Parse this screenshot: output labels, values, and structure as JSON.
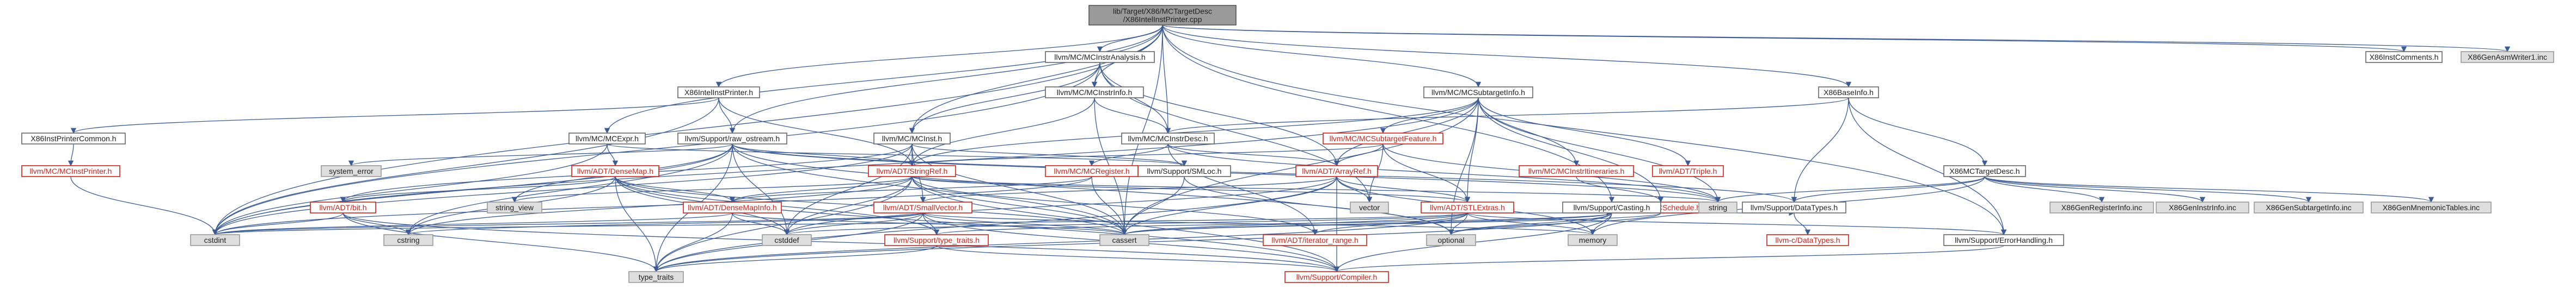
{
  "graph": {
    "colors": {
      "root_fill": "#9a9a9a",
      "gray_fill": "#dedede",
      "white_fill": "#ffffff",
      "red_stroke": "#c8241c",
      "text_dark": "#222222",
      "red_text": "#c8241c",
      "edge": "#3b5c94"
    },
    "nodes": [
      {
        "id": "root",
        "label": [
          "lib/Target/X86/MCTargetDesc",
          "/X86IntelInstPrinter.cpp"
        ],
        "style": "root"
      },
      {
        "id": "X86InstPrinterCommon",
        "label": [
          "X86InstPrinterCommon.h"
        ],
        "style": "white"
      },
      {
        "id": "MCInstPrinter",
        "label": [
          "llvm/MC/MCInstPrinter.h"
        ],
        "style": "red"
      },
      {
        "id": "X86IntelInstPrinter",
        "label": [
          "X86IntelInstPrinter.h"
        ],
        "style": "white"
      },
      {
        "id": "MCExpr",
        "label": [
          "llvm/MC/MCExpr.h"
        ],
        "style": "white"
      },
      {
        "id": "raw_ostream",
        "label": [
          "llvm/Support/raw_ostream.h"
        ],
        "style": "white"
      },
      {
        "id": "MCInstrAnalysis",
        "label": [
          "llvm/MC/MCInstrAnalysis.h"
        ],
        "style": "white"
      },
      {
        "id": "MCInstrInfo",
        "label": [
          "llvm/MC/MCInstrInfo.h"
        ],
        "style": "white"
      },
      {
        "id": "MCInst",
        "label": [
          "llvm/MC/MCInst.h"
        ],
        "style": "white"
      },
      {
        "id": "MCInstrDesc",
        "label": [
          "llvm/MC/MCInstrDesc.h"
        ],
        "style": "white"
      },
      {
        "id": "MCSubtargetInfo",
        "label": [
          "llvm/MC/MCSubtargetInfo.h"
        ],
        "style": "white"
      },
      {
        "id": "MCSubtargetFeature",
        "label": [
          "llvm/MC/MCSubtargetFeature.h"
        ],
        "style": "red"
      },
      {
        "id": "MCInstrItineraries",
        "label": [
          "llvm/MC/MCInstrItineraries.h"
        ],
        "style": "red"
      },
      {
        "id": "Triple",
        "label": [
          "llvm/ADT/Triple.h"
        ],
        "style": "red"
      },
      {
        "id": "MCSchedule",
        "label": [
          "llvm/MC/MCSchedule.h"
        ],
        "style": "red"
      },
      {
        "id": "X86BaseInfo",
        "label": [
          "X86BaseInfo.h"
        ],
        "style": "white"
      },
      {
        "id": "X86MCTargetDesc",
        "label": [
          "X86MCTargetDesc.h"
        ],
        "style": "white"
      },
      {
        "id": "X86InstComments",
        "label": [
          "X86InstComments.h"
        ],
        "style": "white"
      },
      {
        "id": "X86GenAsmWriter1",
        "label": [
          "X86GenAsmWriter1.inc"
        ],
        "style": "gray"
      },
      {
        "id": "system_error",
        "label": [
          "system_error"
        ],
        "style": "gray"
      },
      {
        "id": "DenseMap",
        "label": [
          "llvm/ADT/DenseMap.h"
        ],
        "style": "red"
      },
      {
        "id": "StringRef",
        "label": [
          "llvm/ADT/StringRef.h"
        ],
        "style": "red"
      },
      {
        "id": "SMLoc",
        "label": [
          "llvm/Support/SMLoc.h"
        ],
        "style": "white"
      },
      {
        "id": "MCRegister",
        "label": [
          "llvm/MC/MCRegister.h"
        ],
        "style": "red"
      },
      {
        "id": "ArrayRef",
        "label": [
          "llvm/ADT/ArrayRef.h"
        ],
        "style": "red"
      },
      {
        "id": "bit",
        "label": [
          "llvm/ADT/bit.h"
        ],
        "style": "red"
      },
      {
        "id": "DenseMapInfo",
        "label": [
          "llvm/ADT/DenseMapInfo.h"
        ],
        "style": "red"
      },
      {
        "id": "SmallVector",
        "label": [
          "llvm/ADT/SmallVector.h"
        ],
        "style": "red"
      },
      {
        "id": "STLExtras",
        "label": [
          "llvm/ADT/STLExtras.h"
        ],
        "style": "red"
      },
      {
        "id": "Casting",
        "label": [
          "llvm/Support/Casting.h"
        ],
        "style": "white"
      },
      {
        "id": "DataTypes",
        "label": [
          "llvm/Support/DataTypes.h"
        ],
        "style": "white"
      },
      {
        "id": "string_view",
        "label": [
          "string_view"
        ],
        "style": "gray"
      },
      {
        "id": "vector",
        "label": [
          "vector"
        ],
        "style": "gray"
      },
      {
        "id": "string",
        "label": [
          "string"
        ],
        "style": "gray"
      },
      {
        "id": "type_traits_h",
        "label": [
          "llvm/Support/type_traits.h"
        ],
        "style": "red"
      },
      {
        "id": "iterator_range",
        "label": [
          "llvm/ADT/iterator_range.h"
        ],
        "style": "red"
      },
      {
        "id": "cDataTypes",
        "label": [
          "llvm-c/DataTypes.h"
        ],
        "style": "red"
      },
      {
        "id": "ErrorHandling",
        "label": [
          "llvm/Support/ErrorHandling.h"
        ],
        "style": "white"
      },
      {
        "id": "Compiler",
        "label": [
          "llvm/Support/Compiler.h"
        ],
        "style": "red"
      },
      {
        "id": "X86GenRegisterInfo",
        "label": [
          "X86GenRegisterInfo.inc"
        ],
        "style": "gray"
      },
      {
        "id": "X86GenInstrInfo",
        "label": [
          "X86GenInstrInfo.inc"
        ],
        "style": "gray"
      },
      {
        "id": "X86GenSubtargetInfo",
        "label": [
          "X86GenSubtargetInfo.inc"
        ],
        "style": "gray"
      },
      {
        "id": "X86GenMnemonicTables",
        "label": [
          "X86GenMnemonicTables.inc"
        ],
        "style": "gray"
      },
      {
        "id": "cstdint",
        "label": [
          "cstdint"
        ],
        "style": "gray"
      },
      {
        "id": "cstring",
        "label": [
          "cstring"
        ],
        "style": "gray"
      },
      {
        "id": "cstddef",
        "label": [
          "cstddef"
        ],
        "style": "gray"
      },
      {
        "id": "cassert",
        "label": [
          "cassert"
        ],
        "style": "gray"
      },
      {
        "id": "optional",
        "label": [
          "optional"
        ],
        "style": "gray"
      },
      {
        "id": "memory",
        "label": [
          "memory"
        ],
        "style": "gray"
      },
      {
        "id": "type_traits",
        "label": [
          "type_traits"
        ],
        "style": "gray"
      }
    ],
    "edges": [
      [
        "root",
        "X86IntelInstPrinter"
      ],
      [
        "root",
        "MCInstrAnalysis"
      ],
      [
        "root",
        "MCInst"
      ],
      [
        "root",
        "MCInstrDesc"
      ],
      [
        "root",
        "MCInstrInfo"
      ],
      [
        "root",
        "MCSubtargetInfo"
      ],
      [
        "root",
        "X86BaseInfo"
      ],
      [
        "root",
        "X86InstComments"
      ],
      [
        "root",
        "X86GenAsmWriter1"
      ],
      [
        "root",
        "raw_ostream"
      ],
      [
        "root",
        "MCExpr"
      ],
      [
        "root",
        "Casting"
      ],
      [
        "root",
        "ErrorHandling"
      ],
      [
        "root",
        "cstdint"
      ],
      [
        "root",
        "cassert"
      ],
      [
        "X86IntelInstPrinter",
        "X86InstPrinterCommon"
      ],
      [
        "X86IntelInstPrinter",
        "raw_ostream"
      ],
      [
        "X86IntelInstPrinter",
        "StringRef"
      ],
      [
        "X86IntelInstPrinter",
        "cstdint"
      ],
      [
        "X86InstPrinterCommon",
        "MCInstPrinter"
      ],
      [
        "MCInstPrinter",
        "cstdint"
      ],
      [
        "MCInstrAnalysis",
        "MCInstrInfo"
      ],
      [
        "MCInstrAnalysis",
        "MCInstrDesc"
      ],
      [
        "MCInstrAnalysis",
        "MCInst"
      ],
      [
        "MCInstrAnalysis",
        "ArrayRef"
      ],
      [
        "MCInstrAnalysis",
        "cstdint"
      ],
      [
        "MCInstrAnalysis",
        "vector"
      ],
      [
        "MCInstrInfo",
        "MCInstrDesc"
      ],
      [
        "MCInstrInfo",
        "StringRef"
      ],
      [
        "MCInstrInfo",
        "cassert"
      ],
      [
        "MCInst",
        "SmallVector"
      ],
      [
        "MCInst",
        "StringRef"
      ],
      [
        "MCInst",
        "SMLoc"
      ],
      [
        "MCInst",
        "bit"
      ],
      [
        "MCInst",
        "cassert"
      ],
      [
        "MCInst",
        "cstddef"
      ],
      [
        "MCInst",
        "cstdint"
      ],
      [
        "MCInstrDesc",
        "MCRegister"
      ],
      [
        "MCInstrDesc",
        "ArrayRef"
      ],
      [
        "MCInstrDesc",
        "iterator_range"
      ],
      [
        "MCInstrDesc",
        "string"
      ],
      [
        "MCSubtargetInfo",
        "MCSubtargetFeature"
      ],
      [
        "MCSubtargetInfo",
        "MCInstrItineraries"
      ],
      [
        "MCSubtargetInfo",
        "Triple"
      ],
      [
        "MCSubtargetInfo",
        "MCSchedule"
      ],
      [
        "MCSubtargetInfo",
        "ArrayRef"
      ],
      [
        "MCSubtargetInfo",
        "STLExtras"
      ],
      [
        "MCSubtargetInfo",
        "StringRef"
      ],
      [
        "MCSubtargetInfo",
        "cassert"
      ],
      [
        "MCSubtargetInfo",
        "cstdint"
      ],
      [
        "MCSubtargetInfo",
        "optional"
      ],
      [
        "MCSubtargetInfo",
        "string"
      ],
      [
        "MCSubtargetFeature",
        "ArrayRef"
      ],
      [
        "MCSubtargetFeature",
        "STLExtras"
      ],
      [
        "MCSubtargetFeature",
        "StringRef"
      ],
      [
        "MCSubtargetFeature",
        "MathExtras"
      ],
      [
        "MCSubtargetFeature",
        "vector"
      ],
      [
        "MCSubtargetFeature",
        "string"
      ],
      [
        "MCSchedule",
        "DataTypes"
      ],
      [
        "MCSchedule",
        "optional"
      ],
      [
        "MCSchedule",
        "cassert"
      ],
      [
        "MCInstrItineraries",
        "MCSchedule"
      ],
      [
        "X86BaseInfo",
        "X86MCTargetDesc"
      ],
      [
        "X86BaseInfo",
        "MCInstrDesc"
      ],
      [
        "X86BaseInfo",
        "DataTypes"
      ],
      [
        "X86BaseInfo",
        "ErrorHandling"
      ],
      [
        "X86MCTargetDesc",
        "X86GenRegisterInfo"
      ],
      [
        "X86MCTargetDesc",
        "X86GenInstrInfo"
      ],
      [
        "X86MCTargetDesc",
        "X86GenSubtargetInfo"
      ],
      [
        "X86MCTargetDesc",
        "X86GenMnemonicTables"
      ],
      [
        "X86MCTargetDesc",
        "DataTypes"
      ],
      [
        "X86MCTargetDesc",
        "memory"
      ],
      [
        "X86MCTargetDesc",
        "string"
      ],
      [
        "raw_ostream",
        "StringRef"
      ],
      [
        "raw_ostream",
        "DataTypes"
      ],
      [
        "raw_ostream",
        "cassert"
      ],
      [
        "raw_ostream",
        "cstddef"
      ],
      [
        "raw_ostream",
        "cstdint"
      ],
      [
        "raw_ostream",
        "cstring"
      ],
      [
        "raw_ostream",
        "optional"
      ],
      [
        "raw_ostream",
        "string"
      ],
      [
        "raw_ostream",
        "string_view"
      ],
      [
        "raw_ostream",
        "system_error"
      ],
      [
        "raw_ostream",
        "type_traits"
      ],
      [
        "MCExpr",
        "DenseMap"
      ],
      [
        "MCExpr",
        "SMLoc"
      ],
      [
        "MCExpr",
        "cstdint"
      ],
      [
        "DenseMap",
        "DenseMapInfo"
      ],
      [
        "DenseMap",
        "bit"
      ],
      [
        "DenseMap",
        "cassert"
      ],
      [
        "DenseMap",
        "cstddef"
      ],
      [
        "DenseMap",
        "cstring"
      ],
      [
        "DenseMap",
        "type_traits"
      ],
      [
        "DenseMap",
        "Compiler"
      ],
      [
        "DenseMap",
        "type_traits_h"
      ],
      [
        "StringRef",
        "DenseMapInfo"
      ],
      [
        "StringRef",
        "STLExtras"
      ],
      [
        "StringRef",
        "Compiler"
      ],
      [
        "StringRef",
        "cassert"
      ],
      [
        "StringRef",
        "cstddef"
      ],
      [
        "StringRef",
        "cstring"
      ],
      [
        "StringRef",
        "string"
      ],
      [
        "StringRef",
        "string_view"
      ],
      [
        "StringRef",
        "type_traits"
      ],
      [
        "StringRef",
        "iterator_range"
      ],
      [
        "SMLoc",
        "cassert"
      ],
      [
        "SMLoc",
        "optional"
      ],
      [
        "MCRegister",
        "DenseMapInfo"
      ],
      [
        "MCRegister",
        "cassert"
      ],
      [
        "MCRegister",
        "cstdint"
      ],
      [
        "ArrayRef",
        "SmallVector"
      ],
      [
        "ArrayRef",
        "STLExtras"
      ],
      [
        "ArrayRef",
        "Compiler"
      ],
      [
        "ArrayRef",
        "cassert"
      ],
      [
        "ArrayRef",
        "cstddef"
      ],
      [
        "ArrayRef",
        "memory"
      ],
      [
        "ArrayRef",
        "type_traits"
      ],
      [
        "ArrayRef",
        "vector"
      ],
      [
        "bit",
        "Compiler"
      ],
      [
        "bit",
        "cstdint"
      ],
      [
        "bit",
        "cstring"
      ],
      [
        "bit",
        "type_traits"
      ],
      [
        "DenseMapInfo",
        "cassert"
      ],
      [
        "DenseMapInfo",
        "cstddef"
      ],
      [
        "DenseMapInfo",
        "cstdint"
      ],
      [
        "DenseMapInfo",
        "type_traits"
      ],
      [
        "SmallVector",
        "type_traits_h"
      ],
      [
        "SmallVector",
        "Compiler"
      ],
      [
        "SmallVector",
        "cassert"
      ],
      [
        "SmallVector",
        "cstddef"
      ],
      [
        "SmallVector",
        "cstdint"
      ],
      [
        "SmallVector",
        "cstring"
      ],
      [
        "SmallVector",
        "memory"
      ],
      [
        "SmallVector",
        "type_traits"
      ],
      [
        "STLExtras",
        "iterator_range"
      ],
      [
        "STLExtras",
        "Casting"
      ],
      [
        "STLExtras",
        "ErrorHandling"
      ],
      [
        "STLExtras",
        "cassert"
      ],
      [
        "STLExtras",
        "cstddef"
      ],
      [
        "STLExtras",
        "cstdint"
      ],
      [
        "STLExtras",
        "memory"
      ],
      [
        "STLExtras",
        "optional"
      ],
      [
        "STLExtras",
        "type_traits"
      ],
      [
        "Casting",
        "type_traits_h"
      ],
      [
        "Casting",
        "Compiler"
      ],
      [
        "Casting",
        "cassert"
      ],
      [
        "Casting",
        "memory"
      ],
      [
        "Casting",
        "optional"
      ],
      [
        "Casting",
        "type_traits"
      ],
      [
        "type_traits_h",
        "Compiler"
      ],
      [
        "type_traits_h",
        "type_traits"
      ],
      [
        "DataTypes",
        "cDataTypes"
      ],
      [
        "ErrorHandling",
        "Compiler"
      ]
    ]
  }
}
